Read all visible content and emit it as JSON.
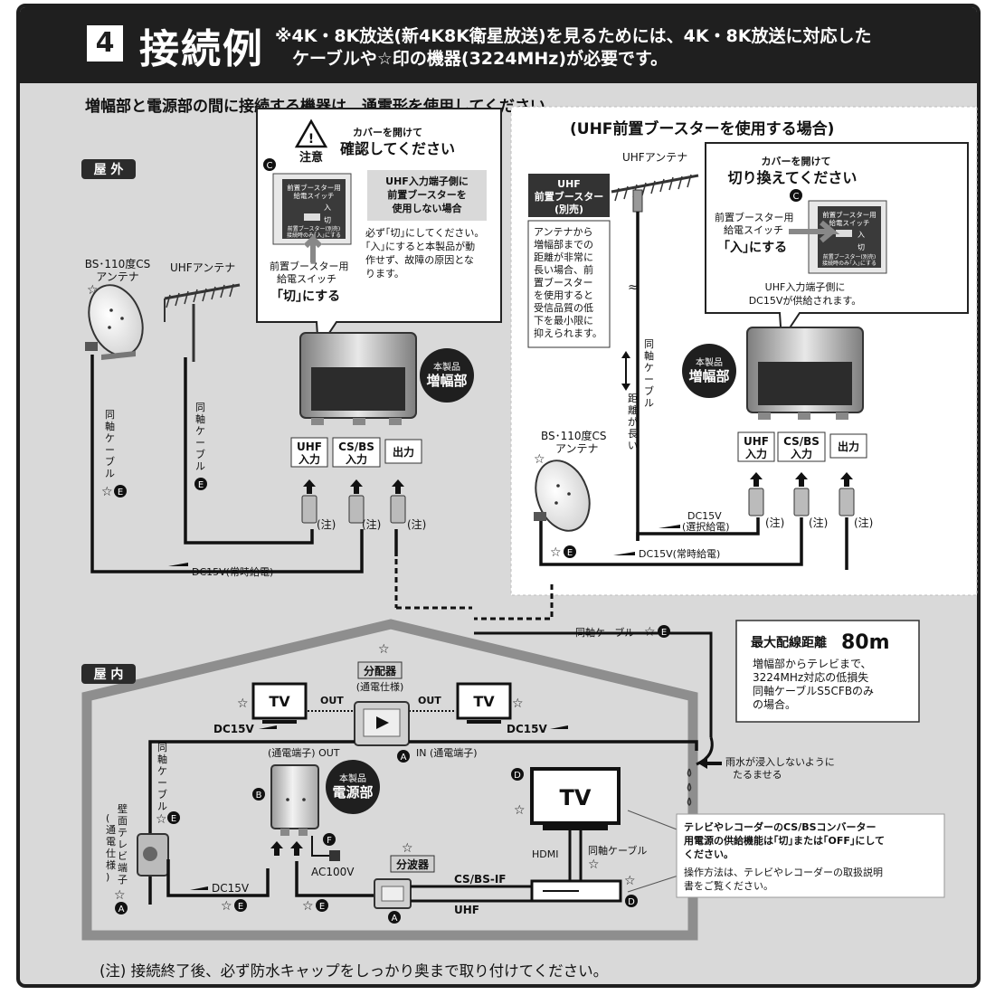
{
  "header": {
    "section_number": "4",
    "title": "接続例",
    "note_line1": "※4K・8K放送(新4K8K衛星放送)を見るためには、4K・8K放送に対応した",
    "note_line2": "ケーブルや☆印の機器(3224MHz)が必要です。"
  },
  "instruction": "増幅部と電源部の間に接続する機器は、通電形を使用してください。",
  "outdoor": {
    "label": "屋 外",
    "bs_antenna_line1": "BS･110度CS",
    "bs_antenna_line2": "アンテナ",
    "uhf_antenna": "UHFアンテナ",
    "cable_text": "同軸ケーブル",
    "dc_line": "DC15V(常時給電)",
    "note_mark": "(注)",
    "star": "☆",
    "circle_e": "E",
    "callout": {
      "warn_label": "注意",
      "line1": "カバーを開けて",
      "line2": "確認してください",
      "circle_c": "C",
      "switch_hdr1": "前置ブースター用",
      "switch_hdr2": "給電スイッチ",
      "switch_on": "入",
      "switch_off": "切",
      "switch_note1": "前置ブースター(別売)",
      "switch_note2": "接続時のみ｢入｣にする",
      "caption1": "前置ブースター用",
      "caption2": "給電スイッチ",
      "action": "｢切｣にする",
      "box1": "UHF入力端子側に",
      "box2": "前置ブースターを",
      "box3": "使用しない場合",
      "desc1": "必ず｢切｣にしてください。",
      "desc2": "｢入｣にすると本製品が動",
      "desc3": "作せず、故障の原因とな",
      "desc4": "ります。"
    },
    "amplifier": {
      "badge1": "本製品",
      "badge2": "増幅部",
      "port_uhf1": "UHF",
      "port_uhf2": "入力",
      "port_csbs1": "CS/BS",
      "port_csbs2": "入力",
      "port_out": "出力"
    }
  },
  "booster_panel": {
    "title": "(UHF前置ブースターを使用する場合)",
    "uhf_antenna": "UHFアンテナ",
    "booster1": "UHF",
    "booster2": "前置ブースター",
    "booster3": "(別売)",
    "explain": [
      "アンテナから",
      "増幅部までの",
      "距離が非常に",
      "長い場合、前",
      "置ブースター",
      "を使用すると",
      "受信品質の低",
      "下を最小限に",
      "抑えられます。"
    ],
    "distance": "距離が長い",
    "cable_text": "同軸ケーブル",
    "callout": {
      "line1": "カバーを開けて",
      "line2": "切り換えてください",
      "circle_c": "C",
      "caption1": "前置ブースター用",
      "caption2": "給電スイッチ",
      "action": "｢入｣にする",
      "switch_hdr1": "前置ブースター用",
      "switch_hdr2": "給電スイッチ",
      "switch_on": "入",
      "switch_off": "切",
      "switch_note1": "前置ブースター(別売)",
      "switch_note2": "接続時のみ｢入｣にする",
      "note1": "UHF入力端子側に",
      "note2": "DC15Vが供給されます。"
    },
    "bs_antenna_line1": "BS･110度CS",
    "bs_antenna_line2": "アンテナ",
    "dc_select1": "DC15V",
    "dc_select2": "(選択給電)",
    "dc_always": "DC15V(常時給電)",
    "amplifier": {
      "badge1": "本製品",
      "badge2": "増幅部",
      "port_uhf1": "UHF",
      "port_uhf2": "入力",
      "port_csbs1": "CS/BS",
      "port_csbs2": "入力",
      "port_out": "出力"
    }
  },
  "distance_box": {
    "label": "最大配線距離",
    "value": "80m",
    "line1": "増幅部からテレビまで、",
    "line2": "3224MHz対応の低損失",
    "line3": "同軸ケーブルS5CFBのみ",
    "line4": "の場合。"
  },
  "indoor": {
    "label": "屋 内",
    "roof_cable": "同軸ケーブル",
    "splitter1": "分配器",
    "splitter2": "(通電仕様)",
    "tv": "TV",
    "out": "OUT",
    "dc15v": "DC15V",
    "powered_out": "(通電端子) OUT",
    "powered_in": "IN (通電端子)",
    "rain1": "雨水が浸入しないように",
    "rain2": "たるませる",
    "cable_text": "同軸ケーブル",
    "wall_outlet": [
      "壁",
      "面",
      "テ",
      "レ",
      "ビ",
      "端",
      "子"
    ],
    "wall_outlet_sub": [
      "(",
      "通",
      "電",
      "仕",
      "様",
      ")"
    ],
    "power": {
      "badge1": "本製品",
      "badge2": "電源部",
      "ac": "AC100V"
    },
    "demux": "分波器",
    "csbs_if": "CS/BS-IF",
    "uhf": "UHF",
    "hdmi": "HDMI",
    "tv_cable": "同軸ケーブル",
    "circle_a": "A",
    "circle_b": "B",
    "circle_d": "D",
    "circle_f": "F",
    "note1": "テレビやレコーダーのCS/BSコンバーター",
    "note2": "用電源の供給機能は｢切｣または｢OFF｣にして",
    "note3": "ください。",
    "note4": "操作方法は、テレビやレコーダーの取扱説明",
    "note5": "書をご覧ください。"
  },
  "footer": "(注) 接続終了後、必ず防水キャップをしっかり奥まで取り付けてください。"
}
